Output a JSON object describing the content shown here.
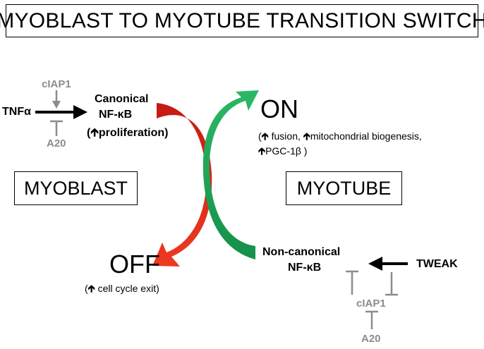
{
  "title": "MYOBLAST TO MYOTUBE TRANSITION SWITCH",
  "boxes": {
    "myoblast": "MYOBLAST",
    "myotube": "MYOTUBE"
  },
  "left_top": {
    "ciap1": "cIAP1",
    "tnfa": "TNFα",
    "a20": "A20",
    "canonical_line1": "Canonical",
    "canonical_line2": "NF-κB",
    "canonical_note": "proliferation"
  },
  "on": {
    "label": "ON",
    "note_fusion": "fusion, ",
    "note_mito": "mitochondrial biogenesis,",
    "note_pgc": "PGC-1β )"
  },
  "off": {
    "label": "OFF",
    "note": "cell cycle exit)"
  },
  "right_bottom": {
    "noncanonical_line1": "Non-canonical",
    "noncanonical_line2": "NF-κB",
    "tweak": "TWEAK",
    "ciap1": "cIAP1",
    "a20": "A20"
  },
  "colors": {
    "red_arrow": "#d9261c",
    "green_arrow": "#1aa55a",
    "inhibitor_gray": "#8c8c8c"
  }
}
